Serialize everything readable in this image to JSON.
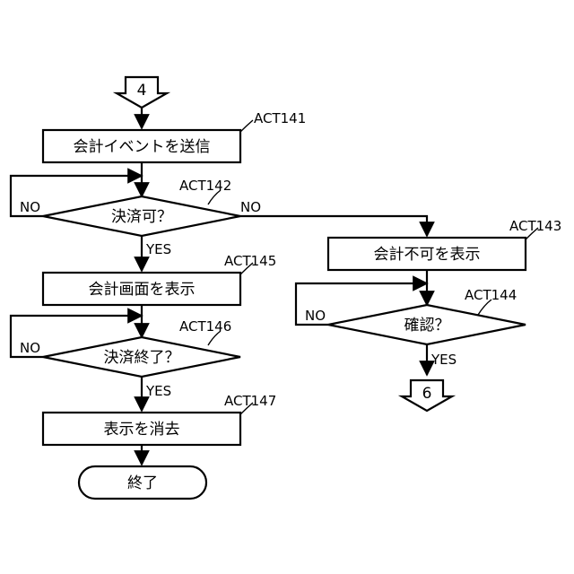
{
  "connectors": {
    "entry": "4",
    "exit": "6"
  },
  "steps": {
    "act141": {
      "id": "ACT141",
      "label": "会計イベントを送信"
    },
    "act142": {
      "id": "ACT142",
      "label": "決済可？"
    },
    "act143": {
      "id": "ACT143",
      "label": "会計不可を表示"
    },
    "act144": {
      "id": "ACT144",
      "label": "確認？"
    },
    "act145": {
      "id": "ACT145",
      "label": "会計画面を表示"
    },
    "act146": {
      "id": "ACT146",
      "label": "決済終了？"
    },
    "act147": {
      "id": "ACT147",
      "label": "表示を消去"
    },
    "end": {
      "label": "終了"
    }
  },
  "branches": {
    "act142_no_left": "NO",
    "act142_no_right": "NO",
    "act142_yes": "YES",
    "act144_no": "NO",
    "act144_yes": "YES",
    "act146_no": "NO",
    "act146_yes": "YES"
  }
}
